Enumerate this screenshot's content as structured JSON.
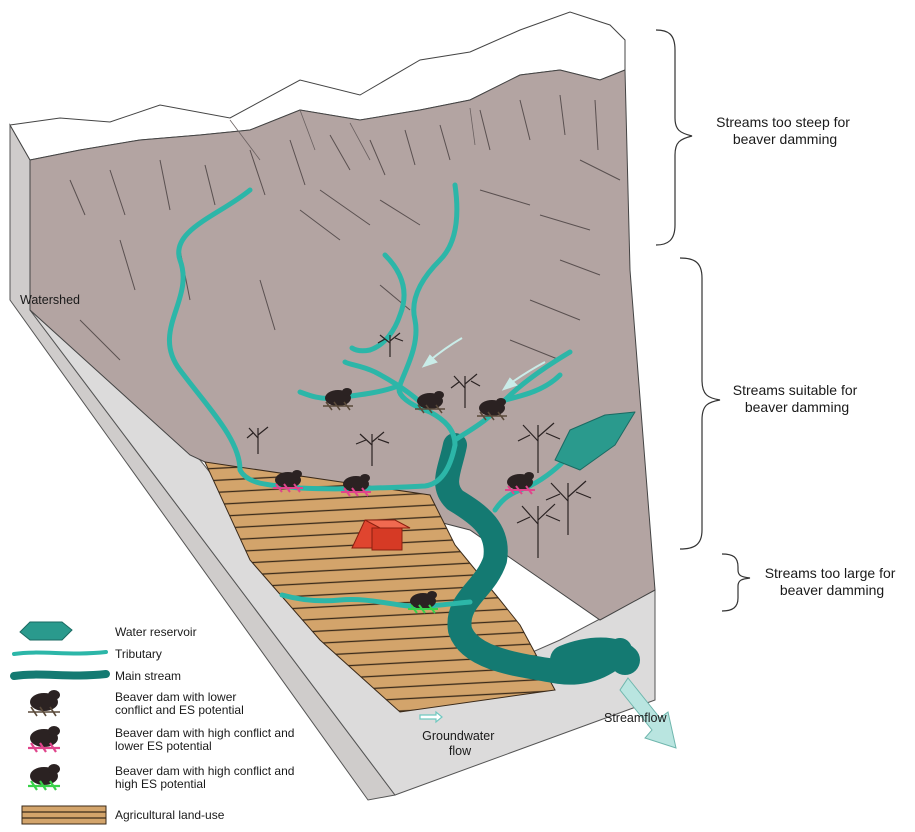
{
  "zones": {
    "steep": [
      "Streams too steep for",
      "beaver damming"
    ],
    "suitable": [
      "Streams suitable for",
      "beaver damming"
    ],
    "large": [
      "Streams too large for",
      "beaver damming"
    ]
  },
  "labels": {
    "watershed": "Watershed",
    "groundwater": [
      "Groundwater",
      "flow"
    ],
    "streamflow": "Streamflow"
  },
  "legend": {
    "reservoir": [
      "Water reservoir"
    ],
    "tributary": [
      "Tributary"
    ],
    "main_stream": [
      "Main stream"
    ],
    "dam_lower": [
      "Beaver dam with lower",
      "conflict and ES potential"
    ],
    "dam_high_lower": [
      "Beaver dam with high conflict and",
      "lower ES potential"
    ],
    "dam_high_high": [
      "Beaver dam with high conflict and",
      "high ES potential"
    ],
    "agri": [
      "Agricultural land-use"
    ]
  },
  "colors": {
    "terrain": "#b3a4a2",
    "terrain_front": "#dcdbdb",
    "terrain_side": "#cfcccb",
    "water": "#2cb6a8",
    "main_stream": "#147a72",
    "agriculture": "#d3a46b",
    "dam_lower": "#2b2222",
    "dam_high_conflict": "#e0458c",
    "dam_high_es": "#39d24a",
    "house": "#e0452f",
    "arrow": "#b9e5e0"
  }
}
